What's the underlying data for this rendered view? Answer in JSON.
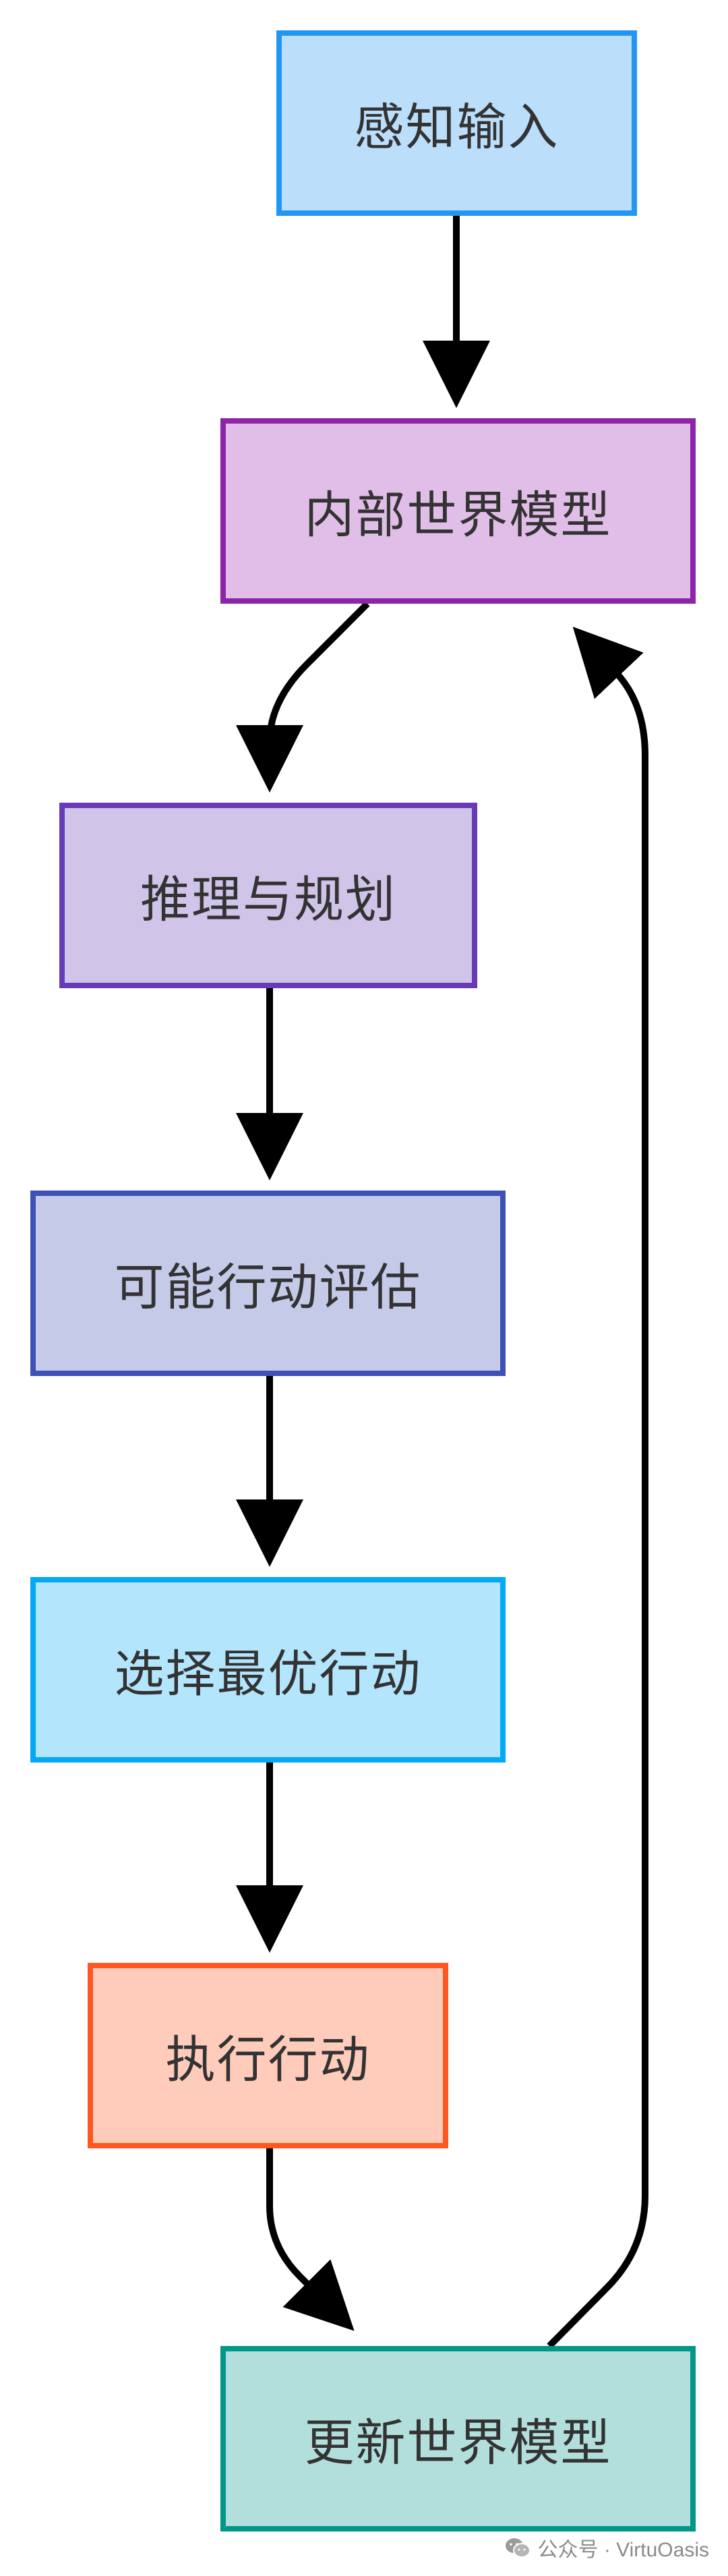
{
  "diagram": {
    "nodes": {
      "perception": {
        "label": "感知输入",
        "fill": "#bbdefb",
        "border": "#2196f3"
      },
      "world_model": {
        "label": "内部世界模型",
        "fill": "#e1bee7",
        "border": "#8e24aa"
      },
      "reasoning": {
        "label": "推理与规划",
        "fill": "#d1c4e9",
        "border": "#673ab7"
      },
      "evaluate": {
        "label": "可能行动评估",
        "fill": "#c5cae9",
        "border": "#3f51b5"
      },
      "select": {
        "label": "选择最优行动",
        "fill": "#b3e5fc",
        "border": "#03a9f4"
      },
      "execute": {
        "label": "执行行动",
        "fill": "#ffccbc",
        "border": "#ff5722"
      },
      "update": {
        "label": "更新世界模型",
        "fill": "#b2dfdb",
        "border": "#009688"
      }
    },
    "edges": [
      {
        "from": "perception",
        "to": "world_model"
      },
      {
        "from": "world_model",
        "to": "reasoning"
      },
      {
        "from": "reasoning",
        "to": "evaluate"
      },
      {
        "from": "evaluate",
        "to": "select"
      },
      {
        "from": "select",
        "to": "execute"
      },
      {
        "from": "execute",
        "to": "update"
      },
      {
        "from": "update",
        "to": "world_model"
      }
    ],
    "edge_color": "#000000"
  },
  "watermark": {
    "text": "公众号 · VirtuOasis",
    "icon": "wechat-icon"
  }
}
